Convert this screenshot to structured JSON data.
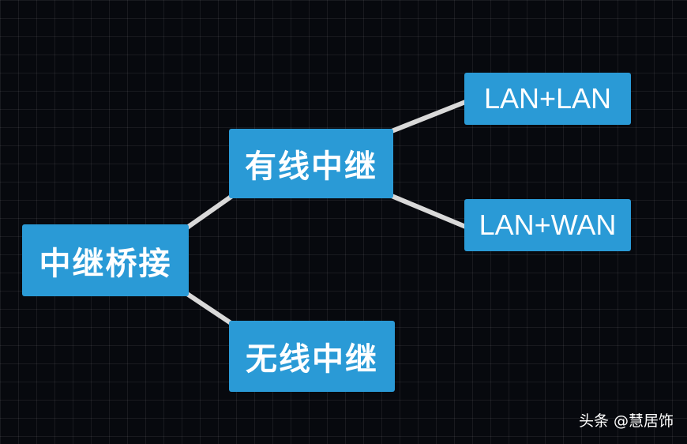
{
  "diagram": {
    "nodes": {
      "root": "中继桥接",
      "wired": "有线中继",
      "wireless": "无线中继",
      "lan_lan": "LAN+LAN",
      "lan_wan": "LAN+WAN"
    },
    "edges": [
      {
        "from": "root",
        "to": "wired"
      },
      {
        "from": "root",
        "to": "wireless"
      },
      {
        "from": "wired",
        "to": "lan_lan"
      },
      {
        "from": "wired",
        "to": "lan_wan"
      }
    ]
  },
  "colors": {
    "background": "#07090e",
    "node_fill": "#2a9ad6",
    "node_text": "#ffffff",
    "connector": "#d9d9d9"
  },
  "watermark": "头条 @慧居饰"
}
